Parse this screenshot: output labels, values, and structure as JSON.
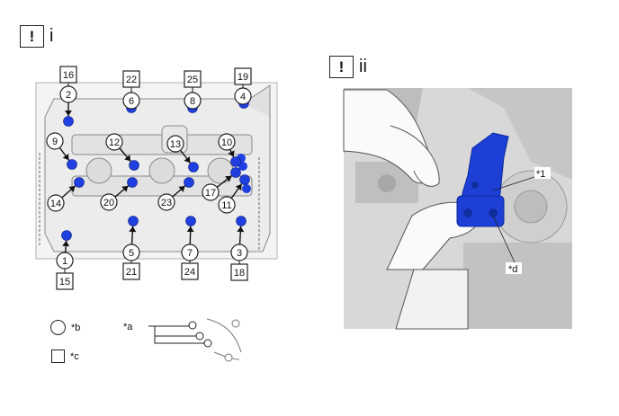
{
  "sections": [
    {
      "mark": "!",
      "label": "i"
    },
    {
      "mark": "!",
      "label": "ii"
    }
  ],
  "legend": {
    "circle_label": "*b",
    "square_label": "*c"
  },
  "inset_label": "*a",
  "photo_callouts": {
    "part": "*1",
    "tool": "*d"
  },
  "bolts": [
    {
      "order": "1",
      "step": "15"
    },
    {
      "order": "2",
      "step": "16"
    },
    {
      "order": "3",
      "step": "18"
    },
    {
      "order": "4",
      "step": "19"
    },
    {
      "order": "5",
      "step": "21"
    },
    {
      "order": "6",
      "step": "22"
    },
    {
      "order": "7",
      "step": "24"
    },
    {
      "order": "8",
      "step": "25"
    },
    {
      "order": "9",
      "step": ""
    },
    {
      "order": "10",
      "step": ""
    },
    {
      "order": "11",
      "step": ""
    },
    {
      "order": "12",
      "step": ""
    },
    {
      "order": "13",
      "step": ""
    },
    {
      "order": "14",
      "step": ""
    },
    {
      "order": "17",
      "step": ""
    },
    {
      "order": "20",
      "step": ""
    },
    {
      "order": "23",
      "step": ""
    }
  ],
  "colors": {
    "bolt_blue": "#1f3fe0",
    "tool_blue": "#1d3fd6",
    "outline": "#222222"
  }
}
